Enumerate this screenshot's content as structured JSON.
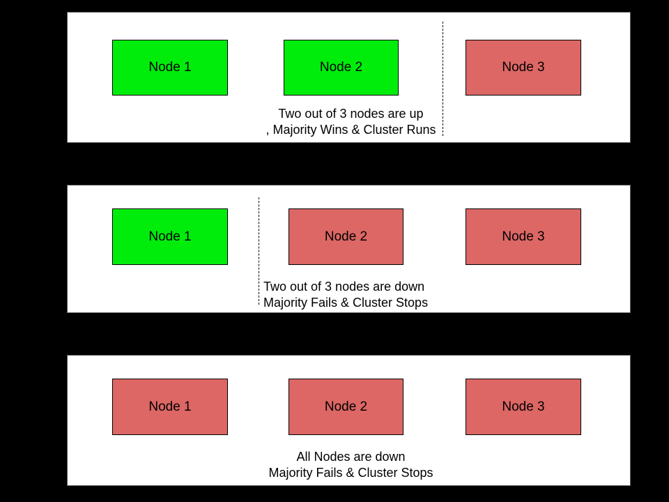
{
  "colors": {
    "background": "#000000",
    "panel_background": "#ffffff",
    "panel_border": "#595959",
    "node_up": "#00ed0c",
    "node_down": "#dc6765",
    "node_border": "#000000",
    "divider": "#000000",
    "text": "#000000"
  },
  "panels": [
    {
      "id": "majority-up",
      "nodes": [
        {
          "label": "Node 1",
          "status": "up"
        },
        {
          "label": "Node 2",
          "status": "up"
        },
        {
          "label": "Node 3",
          "status": "down"
        }
      ],
      "divider": {
        "present": true,
        "location": "between-node-2-and-node-3"
      },
      "caption": {
        "line1": "Two out of 3 nodes are up",
        "line2": ", Majority Wins & Cluster Runs",
        "align": "center"
      }
    },
    {
      "id": "majority-down",
      "nodes": [
        {
          "label": "Node 1",
          "status": "up"
        },
        {
          "label": "Node 2",
          "status": "down"
        },
        {
          "label": "Node 3",
          "status": "down"
        }
      ],
      "divider": {
        "present": true,
        "location": "between-node-1-and-node-2"
      },
      "caption": {
        "line1": "Two out of 3 nodes are down",
        "line2": "Majority Fails & Cluster Stops",
        "align": "left"
      }
    },
    {
      "id": "all-down",
      "nodes": [
        {
          "label": "Node 1",
          "status": "down"
        },
        {
          "label": "Node 2",
          "status": "down"
        },
        {
          "label": "Node 3",
          "status": "down"
        }
      ],
      "divider": {
        "present": false,
        "location": ""
      },
      "caption": {
        "line1": "All Nodes are down",
        "line2": "Majority Fails & Cluster Stops",
        "align": "center"
      }
    }
  ]
}
